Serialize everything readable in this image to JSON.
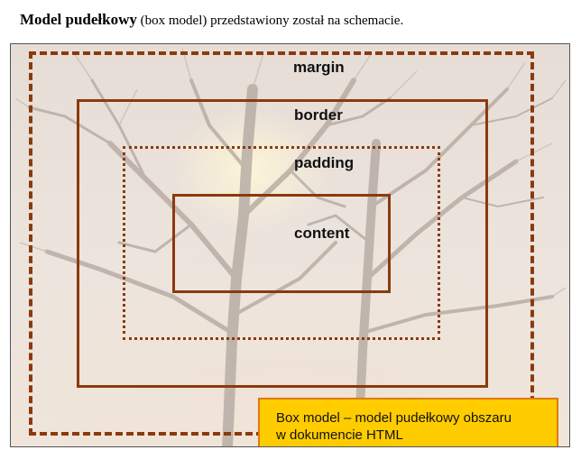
{
  "caption": {
    "title": "Model pudełkowy",
    "rest": "(box model) przedstawiony został na schemacie."
  },
  "diagram": {
    "margin_label": "margin",
    "border_label": "border",
    "padding_label": "padding",
    "content_label": "content",
    "note_line1": "Box model – model pudełkowy obszaru",
    "note_line2": "w dokumencie HTML"
  },
  "colors": {
    "box_stroke": "#8b3a0e",
    "note_fill": "#ffcc00",
    "note_border": "#e07a10"
  }
}
